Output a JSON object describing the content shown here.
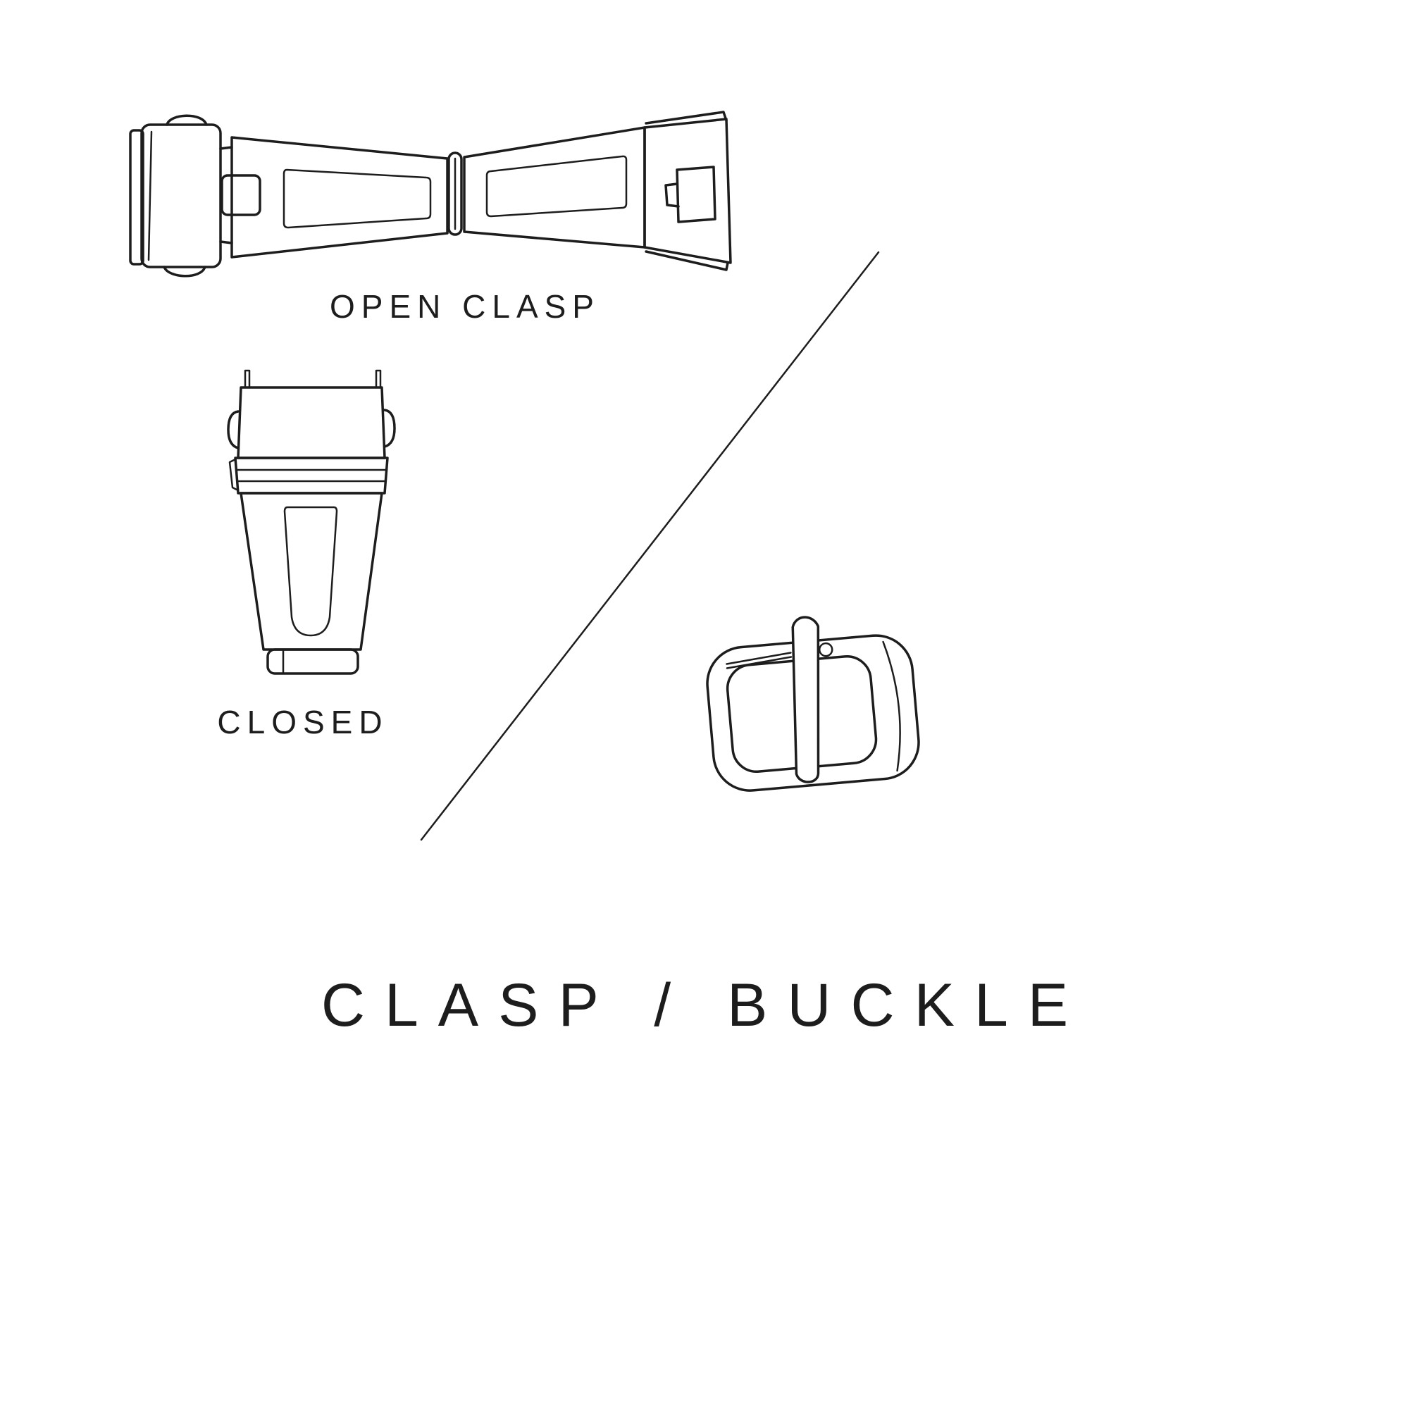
{
  "page": {
    "background_color": "#ffffff",
    "line_color": "#1d1d1d",
    "title": "CLASP / BUCKLE"
  },
  "labels": {
    "open_clasp": "OPEN CLASP",
    "closed": "CLOSED"
  },
  "illustrations": {
    "open_clasp": "open-clasp-illustration",
    "closed_clasp": "closed-clasp-illustration",
    "buckle": "buckle-illustration",
    "divider": "diagonal-divider-line"
  }
}
